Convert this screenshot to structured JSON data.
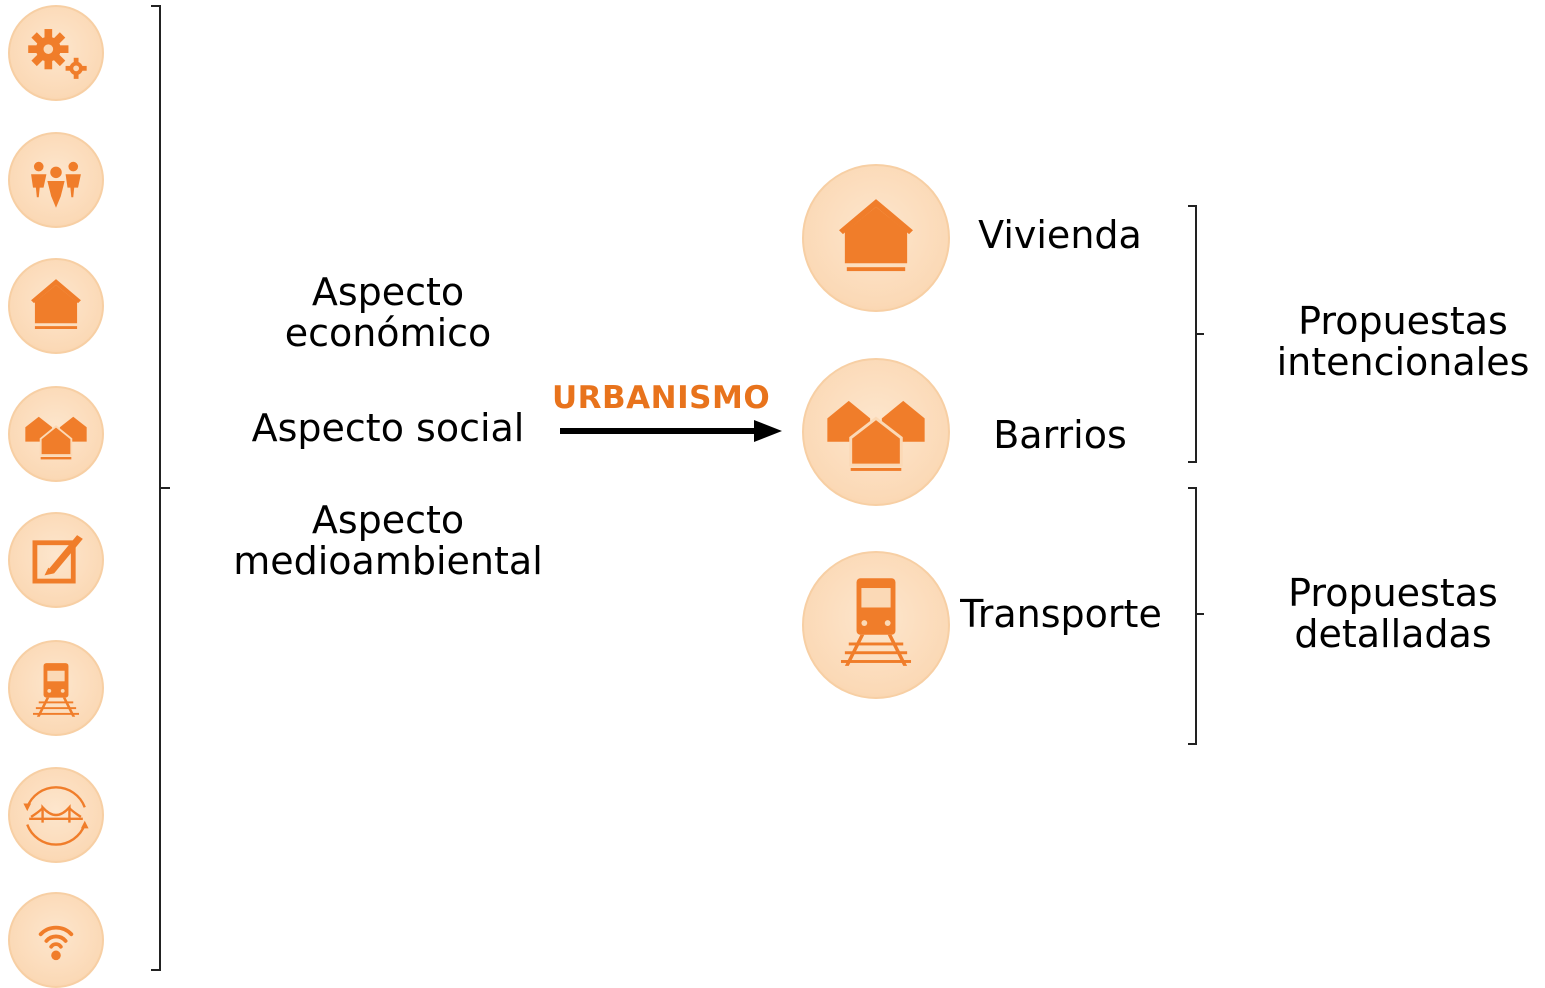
{
  "left_icons": [
    {
      "icon": "gears-icon"
    },
    {
      "icon": "people-icon"
    },
    {
      "icon": "house-icon"
    },
    {
      "icon": "neighborhood-icon"
    },
    {
      "icon": "design-brush-icon"
    },
    {
      "icon": "train-icon"
    },
    {
      "icon": "bridge-cycle-icon"
    },
    {
      "icon": "wifi-icon"
    }
  ],
  "aspects": {
    "economic": "Aspecto\neconómico",
    "social": "Aspecto social",
    "environmental": "Aspecto\nmedioambiental"
  },
  "arrow_label": "URBANISMO",
  "categories": [
    {
      "label": "Vivienda",
      "icon": "house-icon"
    },
    {
      "label": "Barrios",
      "icon": "neighborhood-icon"
    },
    {
      "label": "Transporte",
      "icon": "train-icon"
    }
  ],
  "groups": {
    "intentional": "Propuestas\nintencionales",
    "detailed": "Propuestas\ndetalladas"
  },
  "colors": {
    "accent": "#e8731c",
    "icon_fill": "#f07d2a",
    "circle_bg": "#fbd9b6"
  }
}
